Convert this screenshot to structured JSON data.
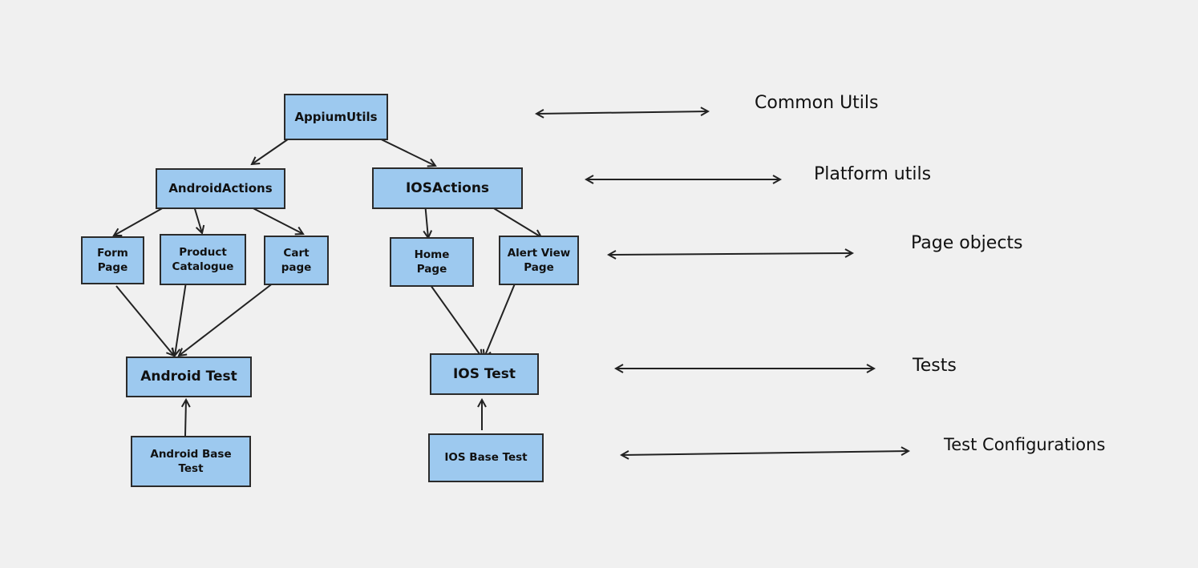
{
  "nodes": {
    "appium_utils": "AppiumUtils",
    "android_actions": "AndroidActions",
    "ios_actions": "IOSActions",
    "form_page": "Form Page",
    "product_catalogue": "Product Catalogue",
    "cart_page": "Cart page",
    "home_page": "Home Page",
    "alert_view_page": "Alert View Page",
    "android_test": "Android Test",
    "ios_test": "IOS Test",
    "android_base_test": "Android Base Test",
    "ios_base_test": "IOS Base Test"
  },
  "layers": {
    "common_utils": "Common Utils",
    "platform_utils": "Platform utils",
    "page_objects": "Page objects",
    "tests": "Tests",
    "test_configurations": "Test Configurations"
  },
  "colors": {
    "node_fill": "#9dc9ef",
    "node_border": "#2b2b2b",
    "background": "#f0f0f0"
  }
}
